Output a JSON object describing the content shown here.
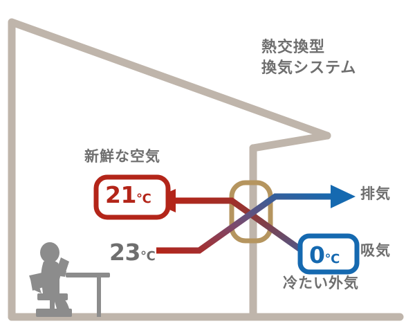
{
  "diagram": {
    "title_line1": "熱交換型",
    "title_line2": "換気システム",
    "labels": {
      "fresh_air": "新鮮な空気",
      "exhaust": "排気",
      "intake": "吸気",
      "cold_outside_air": "冷たい外気"
    },
    "temperatures": {
      "supply_value": "21",
      "supply_unit": "℃",
      "indoor_value": "23",
      "indoor_unit": "℃",
      "outside_value": "0",
      "outside_unit": "℃"
    },
    "colors": {
      "warm": "#b32519",
      "cool": "#1569b0",
      "house_wall": "#bfb5ab",
      "exchanger": "#b5955f",
      "text_gray": "#6e6e6e",
      "person": "#8c8c8c",
      "background": "#ffffff"
    },
    "icons": {
      "person": "person-reading-icon",
      "exchanger": "heat-exchanger-icon",
      "house": "house-outline-icon",
      "arrow_supply": "arrow-left-icon",
      "arrow_exhaust": "arrow-right-icon"
    }
  }
}
